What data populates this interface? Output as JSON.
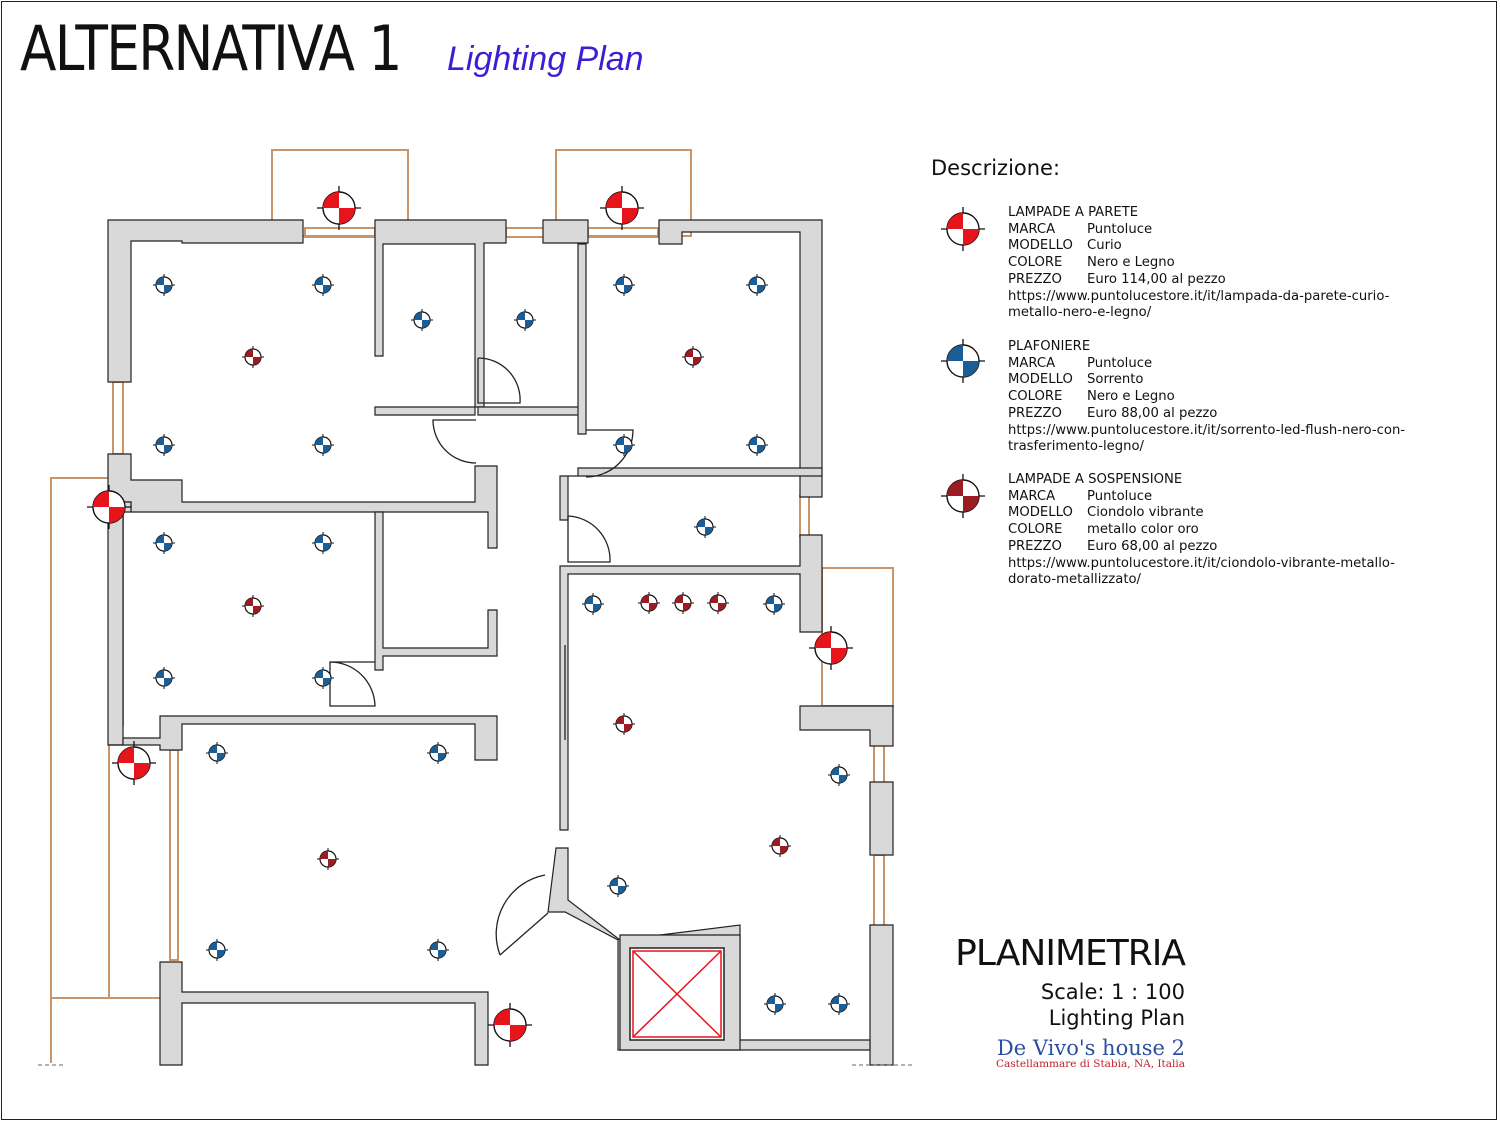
{
  "title": {
    "main": "ALTERNATIVA 1",
    "sub": "Lighting Plan"
  },
  "colors": {
    "sub_title": "#3a1fd6",
    "wall": "#d9d9d9",
    "balcony": "#c8956a",
    "red": "#e8141c",
    "blue": "#1b5e95",
    "maroon": "#9c1c24",
    "house": "#2c4fa0",
    "location": "#c0202a"
  },
  "legend": {
    "heading": "Descrizione:",
    "items": [
      {
        "icon": "wall-lamp-icon",
        "name": "LAMPADE A PARETE",
        "marca_k": "MARCA",
        "marca": "Puntoluce",
        "modello_k": "MODELLO",
        "modello": "Curio",
        "colore_k": "COLORE",
        "colore": "Nero e Legno",
        "prezzo_k": "PREZZO",
        "prezzo": "Euro 114,00 al pezzo",
        "url1": "https://www.puntolucestore.it/it/lampada-da-parete-curio-",
        "url2": "metallo-nero-e-legno/"
      },
      {
        "icon": "ceiling-light-icon",
        "name": "PLAFONIERE",
        "marca_k": "MARCA",
        "marca": "Puntoluce",
        "modello_k": "MODELLO",
        "modello": "Sorrento",
        "colore_k": "COLORE",
        "colore": "Nero e Legno",
        "prezzo_k": "PREZZO",
        "prezzo": "Euro 88,00 al pezzo",
        "url1": "https://www.puntolucestore.it/it/sorrento-led-flush-nero-con-",
        "url2": "trasferimento-legno/"
      },
      {
        "icon": "pendant-lamp-icon",
        "name": "LAMPADE A SOSPENSIONE",
        "marca_k": "MARCA",
        "marca": "Puntoluce",
        "modello_k": "MODELLO",
        "modello": "Ciondolo vibrante",
        "colore_k": "COLORE",
        "colore": "metallo color oro",
        "prezzo_k": "PREZZO",
        "prezzo": "Euro 68,00 al pezzo",
        "url1": "https://www.puntolucestore.it/it/ciondolo-vibrante-metallo-",
        "url2": "dorato-metallizzato/"
      }
    ]
  },
  "plan_title": {
    "name": "PLANIMETRIA",
    "scale": "Scale: 1 : 100",
    "subtitle": "Lighting Plan",
    "house": "De Vivo's house 2",
    "location": "Castellammare di Stabia, NA, Italia"
  }
}
